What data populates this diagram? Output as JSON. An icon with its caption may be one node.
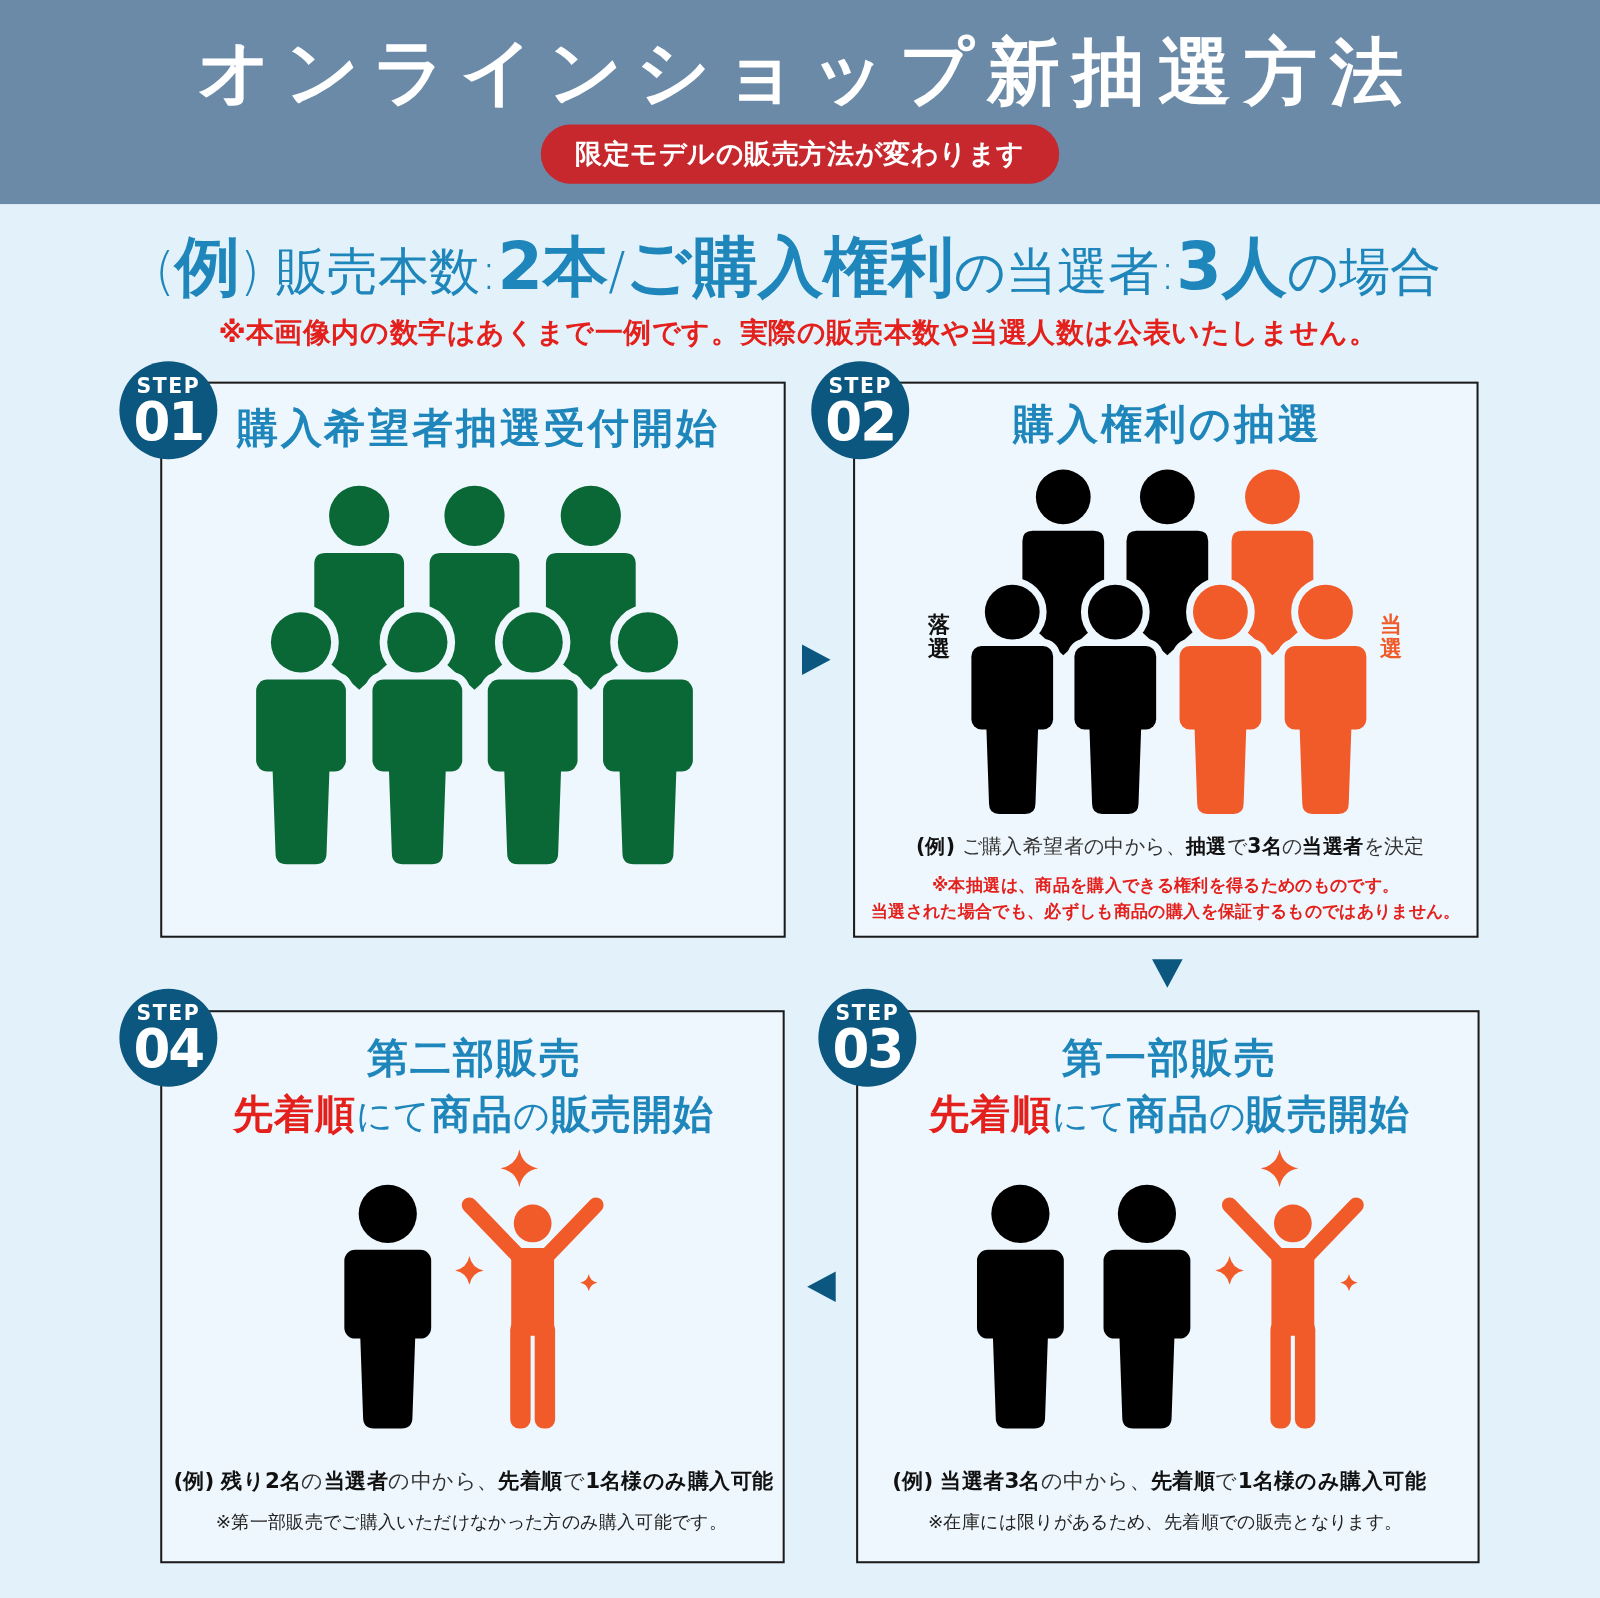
{
  "diagram": {
    "title": "オンラインショップ新抽選方法",
    "nodes": [
      {
        "text": [
          "限定モデルの販売方法が変わります"
        ]
      },
      {
        "text": [
          "STEP",
          "01"
        ]
      },
      {
        "text": [
          "購入希望者抽選受付開始"
        ]
      },
      {
        "text": [
          "STEP",
          "02"
        ]
      },
      {
        "text": [
          "購入権利の抽選",
          "落選",
          "当選",
          "**(例)** ご購入希望者の中から、**抽選**で**3名**の**当選者**を決定",
          "※本抽選は、商品を購入できる権利を得るためのものです。当選された場合でも、必ずしも商品の購入を保証するものではありません。"
        ]
      },
      {
        "text": [
          "STEP",
          "04"
        ]
      },
      {
        "text": [
          "第二部販売",
          "**先着順**にて**商品**の**販売開始**",
          "**(例)** **残り2名**の**当選者**の中から、**先着順**で**1名様のみ購入可能**",
          "※第一部販売でご購入いただけなかった方のみ購入可能です。"
        ]
      },
      {
        "text": [
          "STEP",
          "03"
        ]
      },
      {
        "text": [
          "第一部販売",
          "**先着順**にて**商品**の**販売開始**",
          "**(例)** **当選者3名**の中から、**先着順**で**1名様のみ購入可能**",
          "※在庫には限りがあるため、先着順での販売となります。"
        ]
      }
    ],
    "edges": [
      {
        "from": 2,
        "to": 4,
        "arrow": "to"
      },
      {
        "from": 4,
        "to": 8,
        "arrow": "to"
      },
      {
        "from": 8,
        "to": 6,
        "arrow": "to"
      }
    ],
    "labels": [
      "(**例**) 販売本数:**2本**/**ご購入権利**の当選者:**3人**の場合",
      "※本画像内の数字はあくまで一例です。実際の販売本数や当選人数は公表いたしません。"
    ]
  }
}
